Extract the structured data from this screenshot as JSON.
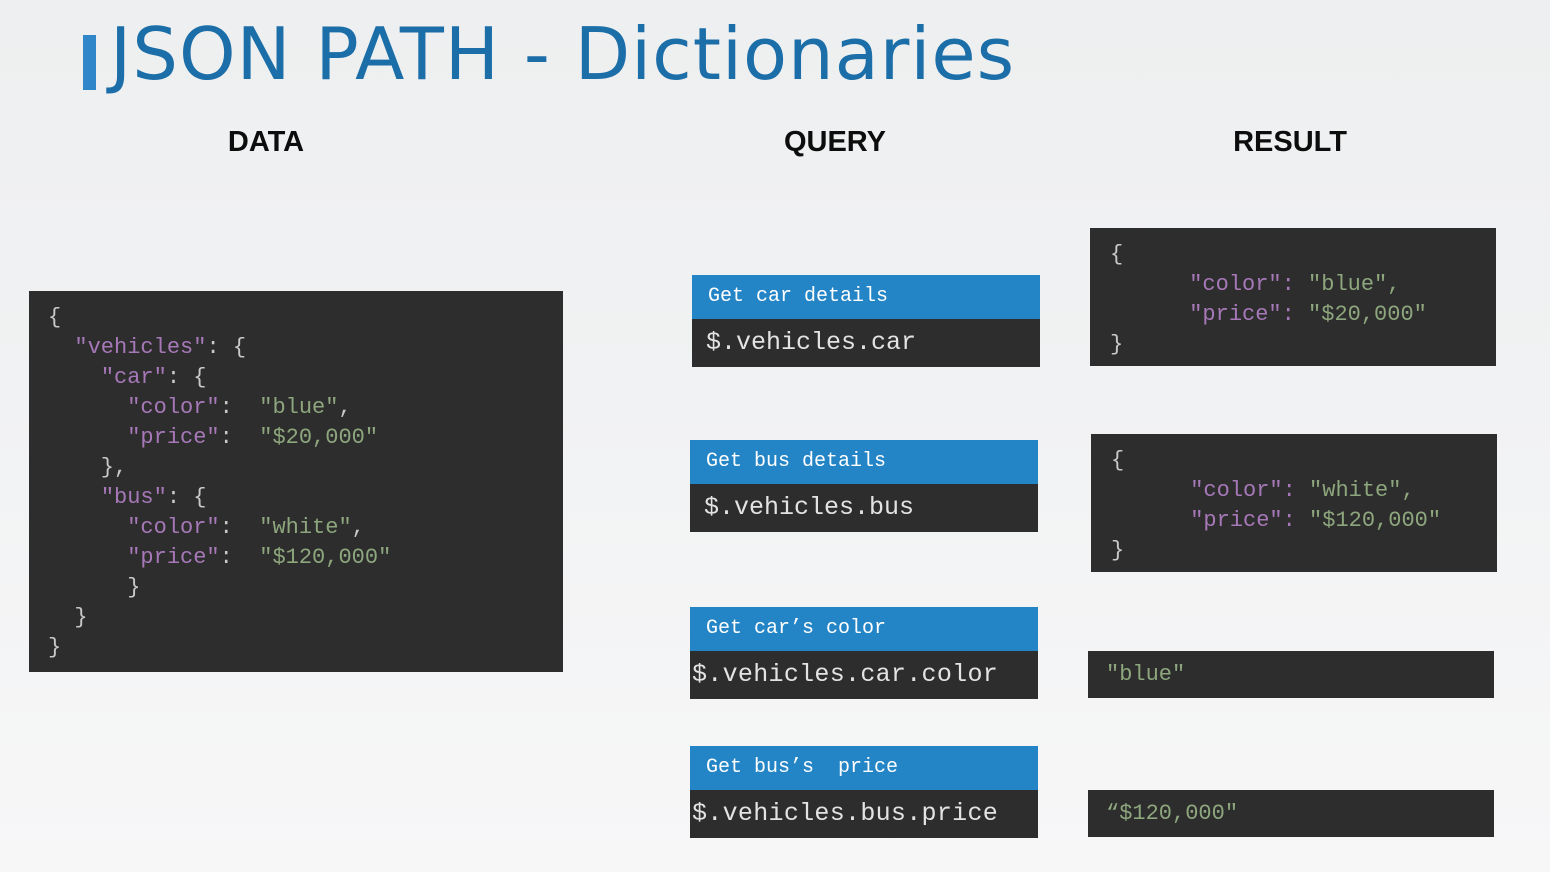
{
  "title": "JSON PATH - Dictionaries",
  "columns": {
    "data": "DATA",
    "query": "QUERY",
    "result": "RESULT"
  },
  "data_panel": {
    "lines": [
      [
        {
          "t": "p",
          "v": "{"
        }
      ],
      [
        {
          "t": "p",
          "v": "  "
        },
        {
          "t": "k",
          "v": "\"vehicles\""
        },
        {
          "t": "p",
          "v": ": {"
        }
      ],
      [
        {
          "t": "p",
          "v": "    "
        },
        {
          "t": "k",
          "v": "\"car\""
        },
        {
          "t": "p",
          "v": ": {"
        }
      ],
      [
        {
          "t": "p",
          "v": "      "
        },
        {
          "t": "k",
          "v": "\"color\""
        },
        {
          "t": "p",
          "v": ":  "
        },
        {
          "t": "s",
          "v": "\"blue\""
        },
        {
          "t": "p",
          "v": ","
        }
      ],
      [
        {
          "t": "p",
          "v": "      "
        },
        {
          "t": "k",
          "v": "\"price\""
        },
        {
          "t": "p",
          "v": ":  "
        },
        {
          "t": "s",
          "v": "\"$20,000\""
        }
      ],
      [
        {
          "t": "p",
          "v": "    },"
        }
      ],
      [
        {
          "t": "p",
          "v": "    "
        },
        {
          "t": "k",
          "v": "\"bus\""
        },
        {
          "t": "p",
          "v": ": {"
        }
      ],
      [
        {
          "t": "p",
          "v": "      "
        },
        {
          "t": "k",
          "v": "\"color\""
        },
        {
          "t": "p",
          "v": ":  "
        },
        {
          "t": "s",
          "v": "\"white\""
        },
        {
          "t": "p",
          "v": ","
        }
      ],
      [
        {
          "t": "p",
          "v": "      "
        },
        {
          "t": "k",
          "v": "\"price\""
        },
        {
          "t": "p",
          "v": ":  "
        },
        {
          "t": "s",
          "v": "\"$120,000\""
        }
      ],
      [
        {
          "t": "p",
          "v": "      }"
        }
      ],
      [
        {
          "t": "p",
          "v": "  }"
        }
      ],
      [
        {
          "t": "p",
          "v": "}"
        }
      ]
    ]
  },
  "queries": [
    {
      "label": "Get car details",
      "expr": "$.vehicles.car"
    },
    {
      "label": "Get bus details",
      "expr": "$.vehicles.bus"
    },
    {
      "label": "Get car’s color",
      "expr": "$.vehicles.car.color"
    },
    {
      "label": "Get bus’s  price",
      "expr": "$.vehicles.bus.price"
    }
  ],
  "results": {
    "car": {
      "open": "{",
      "color_key": "\"color\"",
      "color_val": "\"blue\"",
      "price_key": "\"price\"",
      "price_val": "\"$20,000\"",
      "close": "}"
    },
    "bus": {
      "open": "{",
      "color_key": "\"color\"",
      "color_val": "\"white\"",
      "price_key": "\"price\"",
      "price_val": "\"$120,000\"",
      "close": "}"
    },
    "car_color": "\"blue\"",
    "bus_price": "“$120,000\""
  },
  "colors": {
    "title": "#1b6ea8",
    "accent_bar": "#2f86c9",
    "query_label_bg": "#2384c6",
    "panel_bg": "#2d2d2d",
    "json_key": "#a678b8",
    "json_string": "#8da67d"
  }
}
